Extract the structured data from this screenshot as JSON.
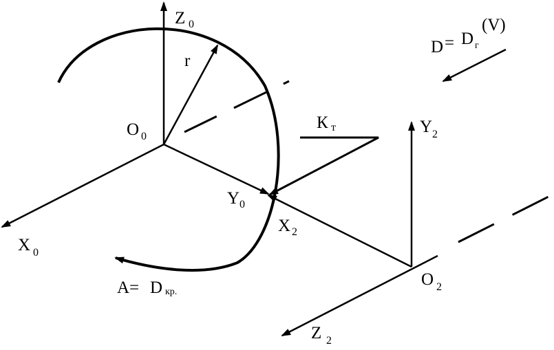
{
  "labels": {
    "z0": {
      "main": "Z",
      "sub": "0"
    },
    "x0": {
      "main": "X",
      "sub": "0"
    },
    "o0": {
      "main": "O",
      "sub": "0"
    },
    "y0": {
      "main": "Y",
      "sub": "0"
    },
    "r": "r",
    "kt": {
      "main": "К",
      "sub": "т"
    },
    "y2": {
      "main": "Y",
      "sub": "2"
    },
    "x2": {
      "main": "X",
      "sub": "2"
    },
    "o2": {
      "main": "O",
      "sub": "2"
    },
    "z2": {
      "main": "Z",
      "sub": "2"
    },
    "d_eq": {
      "left": "D",
      "eq": "=",
      "right": "D",
      "sub": "г",
      "arg": "(V)"
    },
    "a_eq": {
      "left": "A=",
      "right": "D",
      "sub": "кр."
    }
  },
  "colors": {
    "stroke": "#000000",
    "background": "#ffffff"
  }
}
